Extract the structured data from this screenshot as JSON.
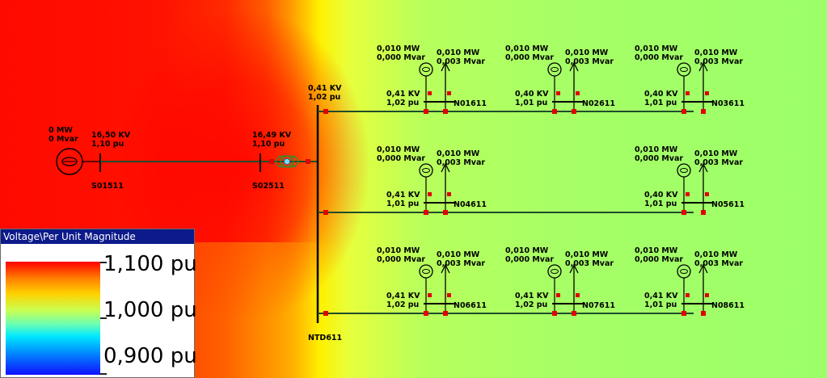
{
  "colors": {
    "line": "#1e4d2b",
    "node": "#e00000",
    "load": "#000000"
  },
  "generator": {
    "mw": "0 MW",
    "mvar": "0 Mvar"
  },
  "bus_s01511": {
    "name": "S01511",
    "kv": "16,50 KV",
    "pu": "1,10 pu"
  },
  "bus_s02511": {
    "name": "S02511",
    "kv": "16,49 KV",
    "pu": "1,10 pu"
  },
  "bus_ntd611": {
    "name": "NTD611",
    "kv": "0,41 KV",
    "pu": "1,02 pu"
  },
  "feeders": [
    {
      "name": "N01611",
      "kv": "0,41 KV",
      "pu": "1,02 pu",
      "gen_mw": "0,010 MW",
      "gen_mvar": "0,000 Mvar",
      "load_mw": "0,010 MW",
      "load_mvar": "0,003 Mvar"
    },
    {
      "name": "N02611",
      "kv": "0,40 KV",
      "pu": "1,01 pu",
      "gen_mw": "0,010 MW",
      "gen_mvar": "0,000 Mvar",
      "load_mw": "0,010 MW",
      "load_mvar": "0,003 Mvar"
    },
    {
      "name": "N03611",
      "kv": "0,40 KV",
      "pu": "1,01 pu",
      "gen_mw": "0,010 MW",
      "gen_mvar": "0,000 Mvar",
      "load_mw": "0,010 MW",
      "load_mvar": "0,003 Mvar"
    },
    {
      "name": "N04611",
      "kv": "0,41 KV",
      "pu": "1,01 pu",
      "gen_mw": "0,010 MW",
      "gen_mvar": "0,000 Mvar",
      "load_mw": "0,010 MW",
      "load_mvar": "0,003 Mvar"
    },
    {
      "name": "N05611",
      "kv": "0,40 KV",
      "pu": "1,01 pu",
      "gen_mw": "0,010 MW",
      "gen_mvar": "0,000 Mvar",
      "load_mw": "0,010 MW",
      "load_mvar": "0,003 Mvar"
    },
    {
      "name": "N06611",
      "kv": "0,41 KV",
      "pu": "1,02 pu",
      "gen_mw": "0,010 MW",
      "gen_mvar": "0,000 Mvar",
      "load_mw": "0,010 MW",
      "load_mvar": "0,003 Mvar"
    },
    {
      "name": "N07611",
      "kv": "0,41 KV",
      "pu": "1,02 pu",
      "gen_mw": "0,010 MW",
      "gen_mvar": "0,000 Mvar",
      "load_mw": "0,010 MW",
      "load_mvar": "0,003 Mvar"
    },
    {
      "name": "N08611",
      "kv": "0,41 KV",
      "pu": "1,01 pu",
      "gen_mw": "0,010 MW",
      "gen_mvar": "0,000 Mvar",
      "load_mw": "0,010 MW",
      "load_mvar": "0,003 Mvar"
    }
  ],
  "legend": {
    "title": "Voltage\\Per Unit Magnitude",
    "max": "1,100 pu",
    "mid": "1,000 pu",
    "min": "0,900 pu"
  }
}
